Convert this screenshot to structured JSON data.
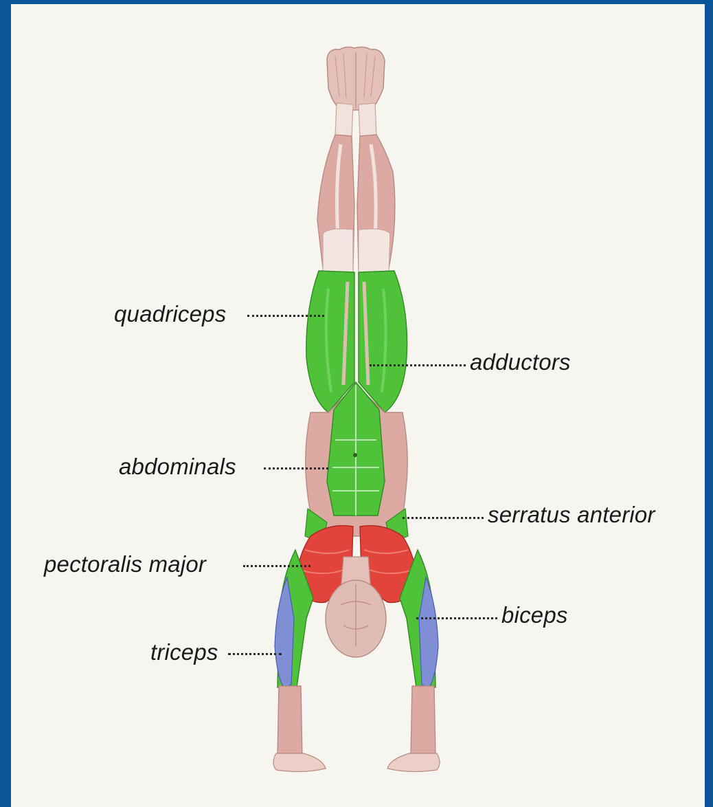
{
  "colors": {
    "frame": "#0a5597",
    "background": "#f6f5f0",
    "active_muscle": "#4fc23a",
    "primary_muscle": "#e2443c",
    "stretched_muscle": "#7f8fd6",
    "skin_muscle": "#d9aaa2",
    "tendon": "#f1e3dc"
  },
  "labels": {
    "quadriceps": "quadriceps",
    "adductors": "adductors",
    "abdominals": "abdominals",
    "serratus_anterior": "serratus anterior",
    "pectoralis_major": "pectoralis major",
    "biceps": "biceps",
    "triceps": "triceps"
  }
}
